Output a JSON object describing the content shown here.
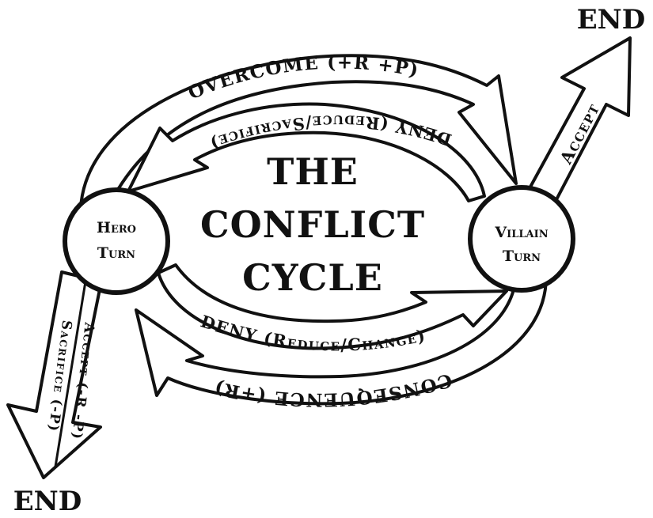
{
  "title": {
    "line1": "THE",
    "line2": "CONFLICT",
    "line3": "CYCLE"
  },
  "nodes": {
    "hero": {
      "line1": "Hero",
      "line2": "Turn"
    },
    "villain": {
      "line1": "Villain",
      "line2": "Turn"
    }
  },
  "arrows": {
    "overcome": "OVERCOME (+R +P)",
    "deny_top": "DENY (Reduce/Sacrifice)",
    "deny_bottom": "DENY (Reduce/Change)",
    "consequence": "CONSEQUENCE (+R)",
    "accept_villain": "Accept",
    "accept_hero": "Accept (-R -P)",
    "sacrifice_hero": "Sacrifice (-P)"
  },
  "ends": {
    "top_right": "END",
    "bottom_left": "END"
  },
  "colors": {
    "ink": "#111111",
    "paper": "#ffffff"
  }
}
